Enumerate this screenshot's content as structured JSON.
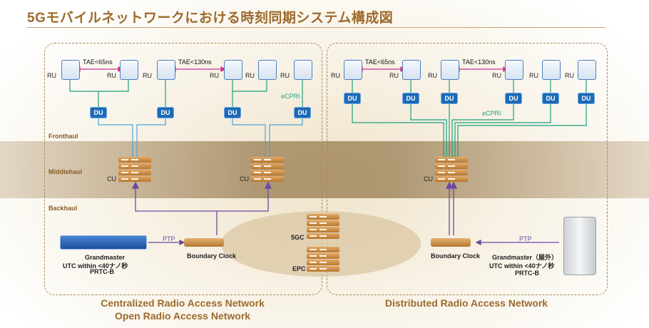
{
  "title": "5Gモバイルネットワークにおける時刻同期システム構成図",
  "sections": {
    "fronthaul": "Fronthaul",
    "middlehaul": "Middlehaul",
    "backhaul": "Backhaul"
  },
  "labels": {
    "ru": "RU",
    "du": "DU",
    "cu": "CU",
    "tae1": "TAE<65ns",
    "tae2": "TAE<130ns",
    "ecpri": "eCPRI",
    "ptp": "PTP",
    "boundary_clock": "Boundary Clock",
    "fivegc": "5GC",
    "epc": "EPC"
  },
  "grandmaster_left": {
    "line1": "Grandmaster",
    "line2": "UTC within <40ナノ秒",
    "line3": "PRTC-B"
  },
  "grandmaster_right": {
    "line1": "Grandmaster（屋外）",
    "line2": "UTC within <40ナノ秒",
    "line3": "PRTC-B"
  },
  "bottom": {
    "left_line1": "Centralized Radio Access Network",
    "left_line2": "Open Radio Access Network",
    "right": "Distributed Radio Access Network"
  },
  "colors": {
    "accent": "#9c6a2c",
    "du": "#1d6ab5",
    "cpri": "#1aa080",
    "ptp": "#6a4aa0",
    "tae": "#d0308a"
  }
}
